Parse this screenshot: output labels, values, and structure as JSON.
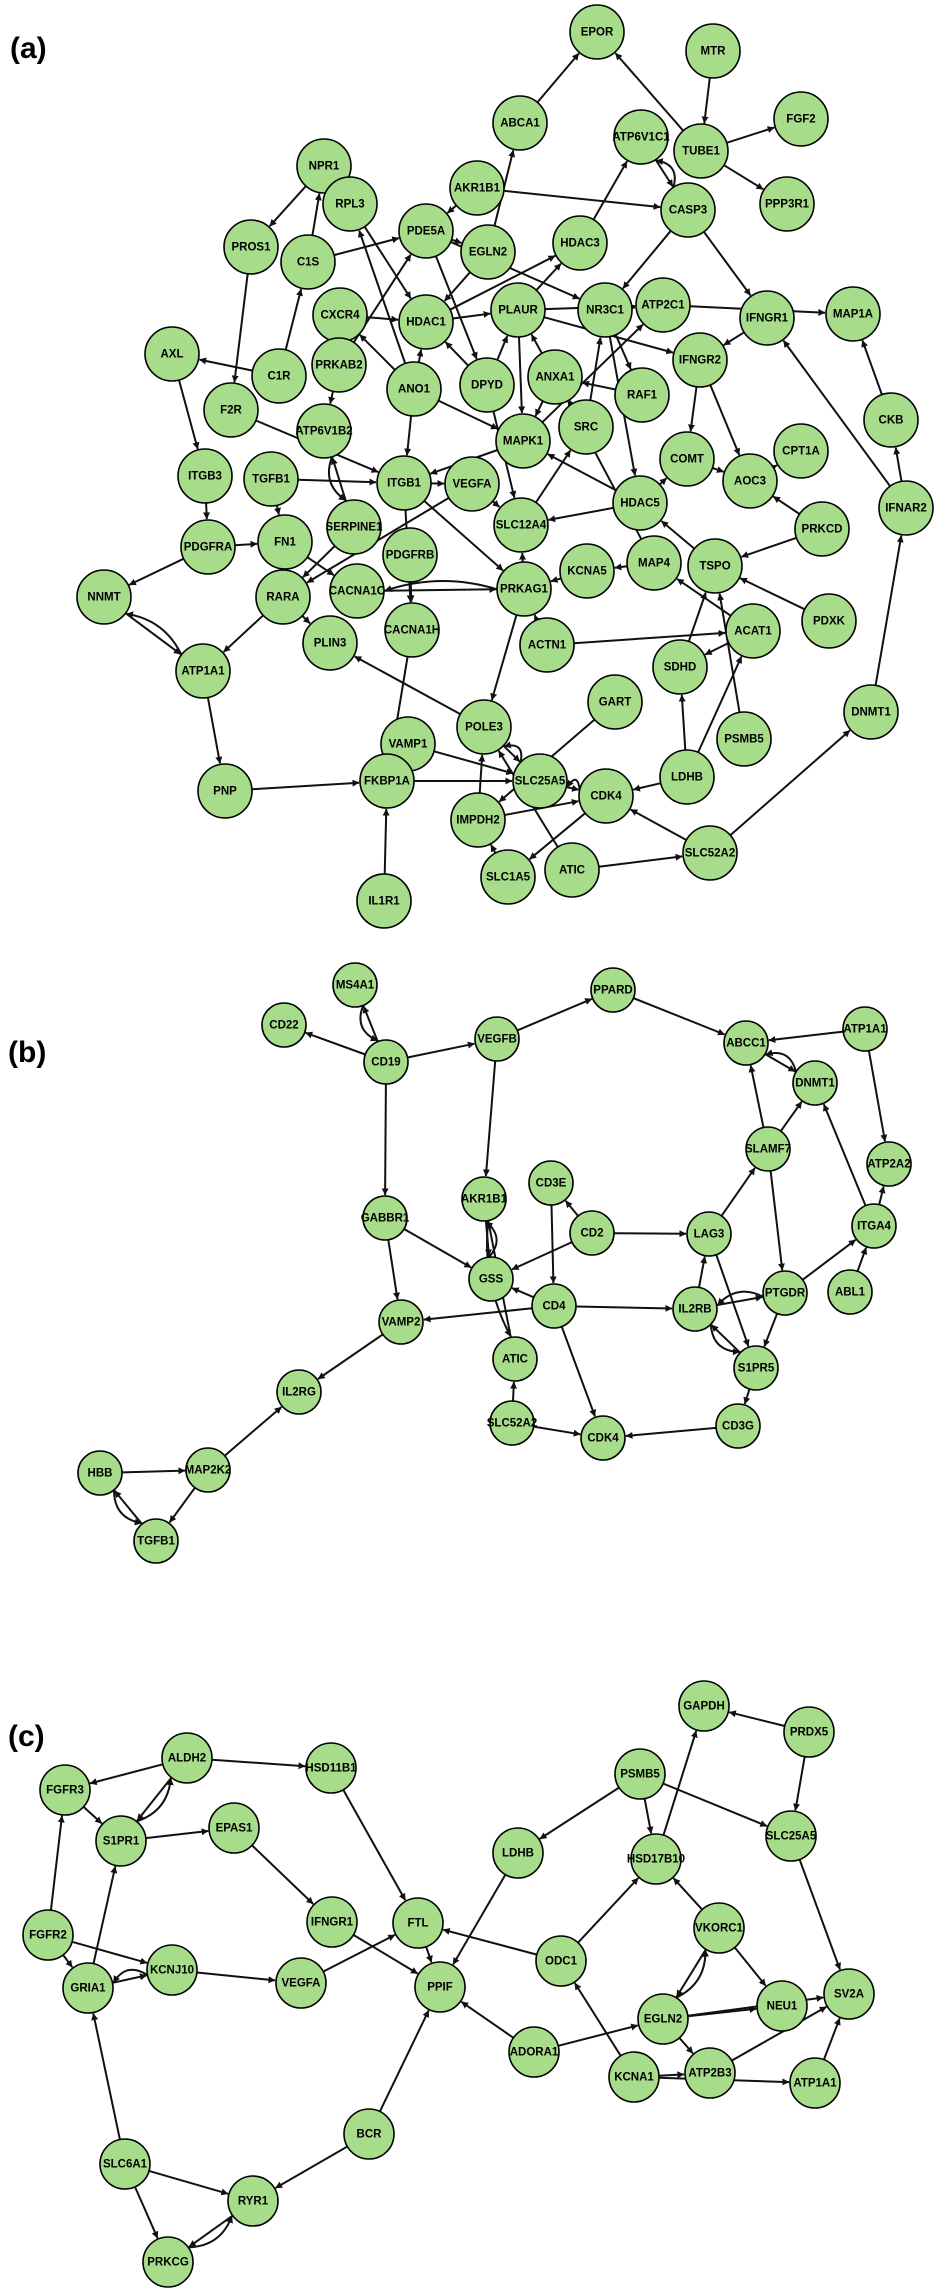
{
  "panels": [
    {
      "label": "(a)",
      "nodes": [
        "EPOR",
        "MTR",
        "ABCA1",
        "ATP6V1C1",
        "TUBE1",
        "FGF2",
        "NPR1",
        "AKR1B1",
        "RPL3",
        "CASP3",
        "PPP3R1",
        "PROS1",
        "PDE5A",
        "HDAC3",
        "EGLN2",
        "C1S",
        "ATP2C1",
        "NR3C1",
        "MAP1A",
        "CXCR4",
        "HDAC1",
        "PLAUR",
        "IFNGR1",
        "AXL",
        "C1R",
        "PRKAB2",
        "ANO1",
        "DPYD",
        "ANXA1",
        "IFNGR2",
        "RAF1",
        "CKB",
        "F2R",
        "ATP6V1B2",
        "MAPK1",
        "SRC",
        "CPT1A",
        "ITGB3",
        "TGFB1",
        "ITGB1",
        "VEGFA",
        "COMT",
        "AOC3",
        "IFNAR2",
        "PDGFRA",
        "FN1",
        "SERPINE1",
        "SLC12A4",
        "HDAC5",
        "PRKCD",
        "NNMT",
        "RARA",
        "CACNA1C",
        "PDGFRB",
        "PRKAG1",
        "KCNA5",
        "MAP4",
        "TSPO",
        "PDXK",
        "PLIN3",
        "CACNA1H",
        "ACTN1",
        "ACAT1",
        "ATP1A1",
        "SDHD",
        "GART",
        "DNMT1",
        "POLE3",
        "PSMB5",
        "VAMP1",
        "LDHB",
        "PNP",
        "FKBP1A",
        "SLC25A5",
        "CDK4",
        "IMPDH2",
        "SLC52A2",
        "ATIC",
        "SLC1A5",
        "IL1R1"
      ]
    },
    {
      "label": "(b)",
      "nodes": [
        "MS4A1",
        "CD22",
        "CD19",
        "VEGFB",
        "PPARD",
        "ABCC1",
        "ATP1A1",
        "DNMT1",
        "ATP2A2",
        "AKR1B1",
        "SLAMF7",
        "CD3E",
        "GABBR1",
        "CD2",
        "LAG3",
        "ITGA4",
        "GSS",
        "CD4",
        "IL2RB",
        "PTGDR",
        "ABL1",
        "VAMP2",
        "ATIC",
        "S1PR5",
        "IL2RG",
        "SLC52A2",
        "CDK4",
        "CD3G",
        "MAP2K2",
        "HBB",
        "TGFB1"
      ]
    },
    {
      "label": "(c)",
      "nodes": [
        "GAPDH",
        "PRDX5",
        "ALDH2",
        "HSD11B1",
        "PSMB5",
        "FGFR3",
        "EPAS1",
        "S1PR1",
        "SLC25A5",
        "LDHB",
        "HSD17B10",
        "IFNGR1",
        "FTL",
        "VKORC1",
        "FGFR2",
        "KCNJ10",
        "VEGFA",
        "ODC1",
        "PPIF",
        "SV2A",
        "GRIA1",
        "NEU1",
        "EGLN2",
        "ADORA1",
        "ATP2B3",
        "KCNA1",
        "ATP1A1",
        "BCR",
        "SLC6A1",
        "RYR1",
        "PRKCG"
      ]
    }
  ]
}
